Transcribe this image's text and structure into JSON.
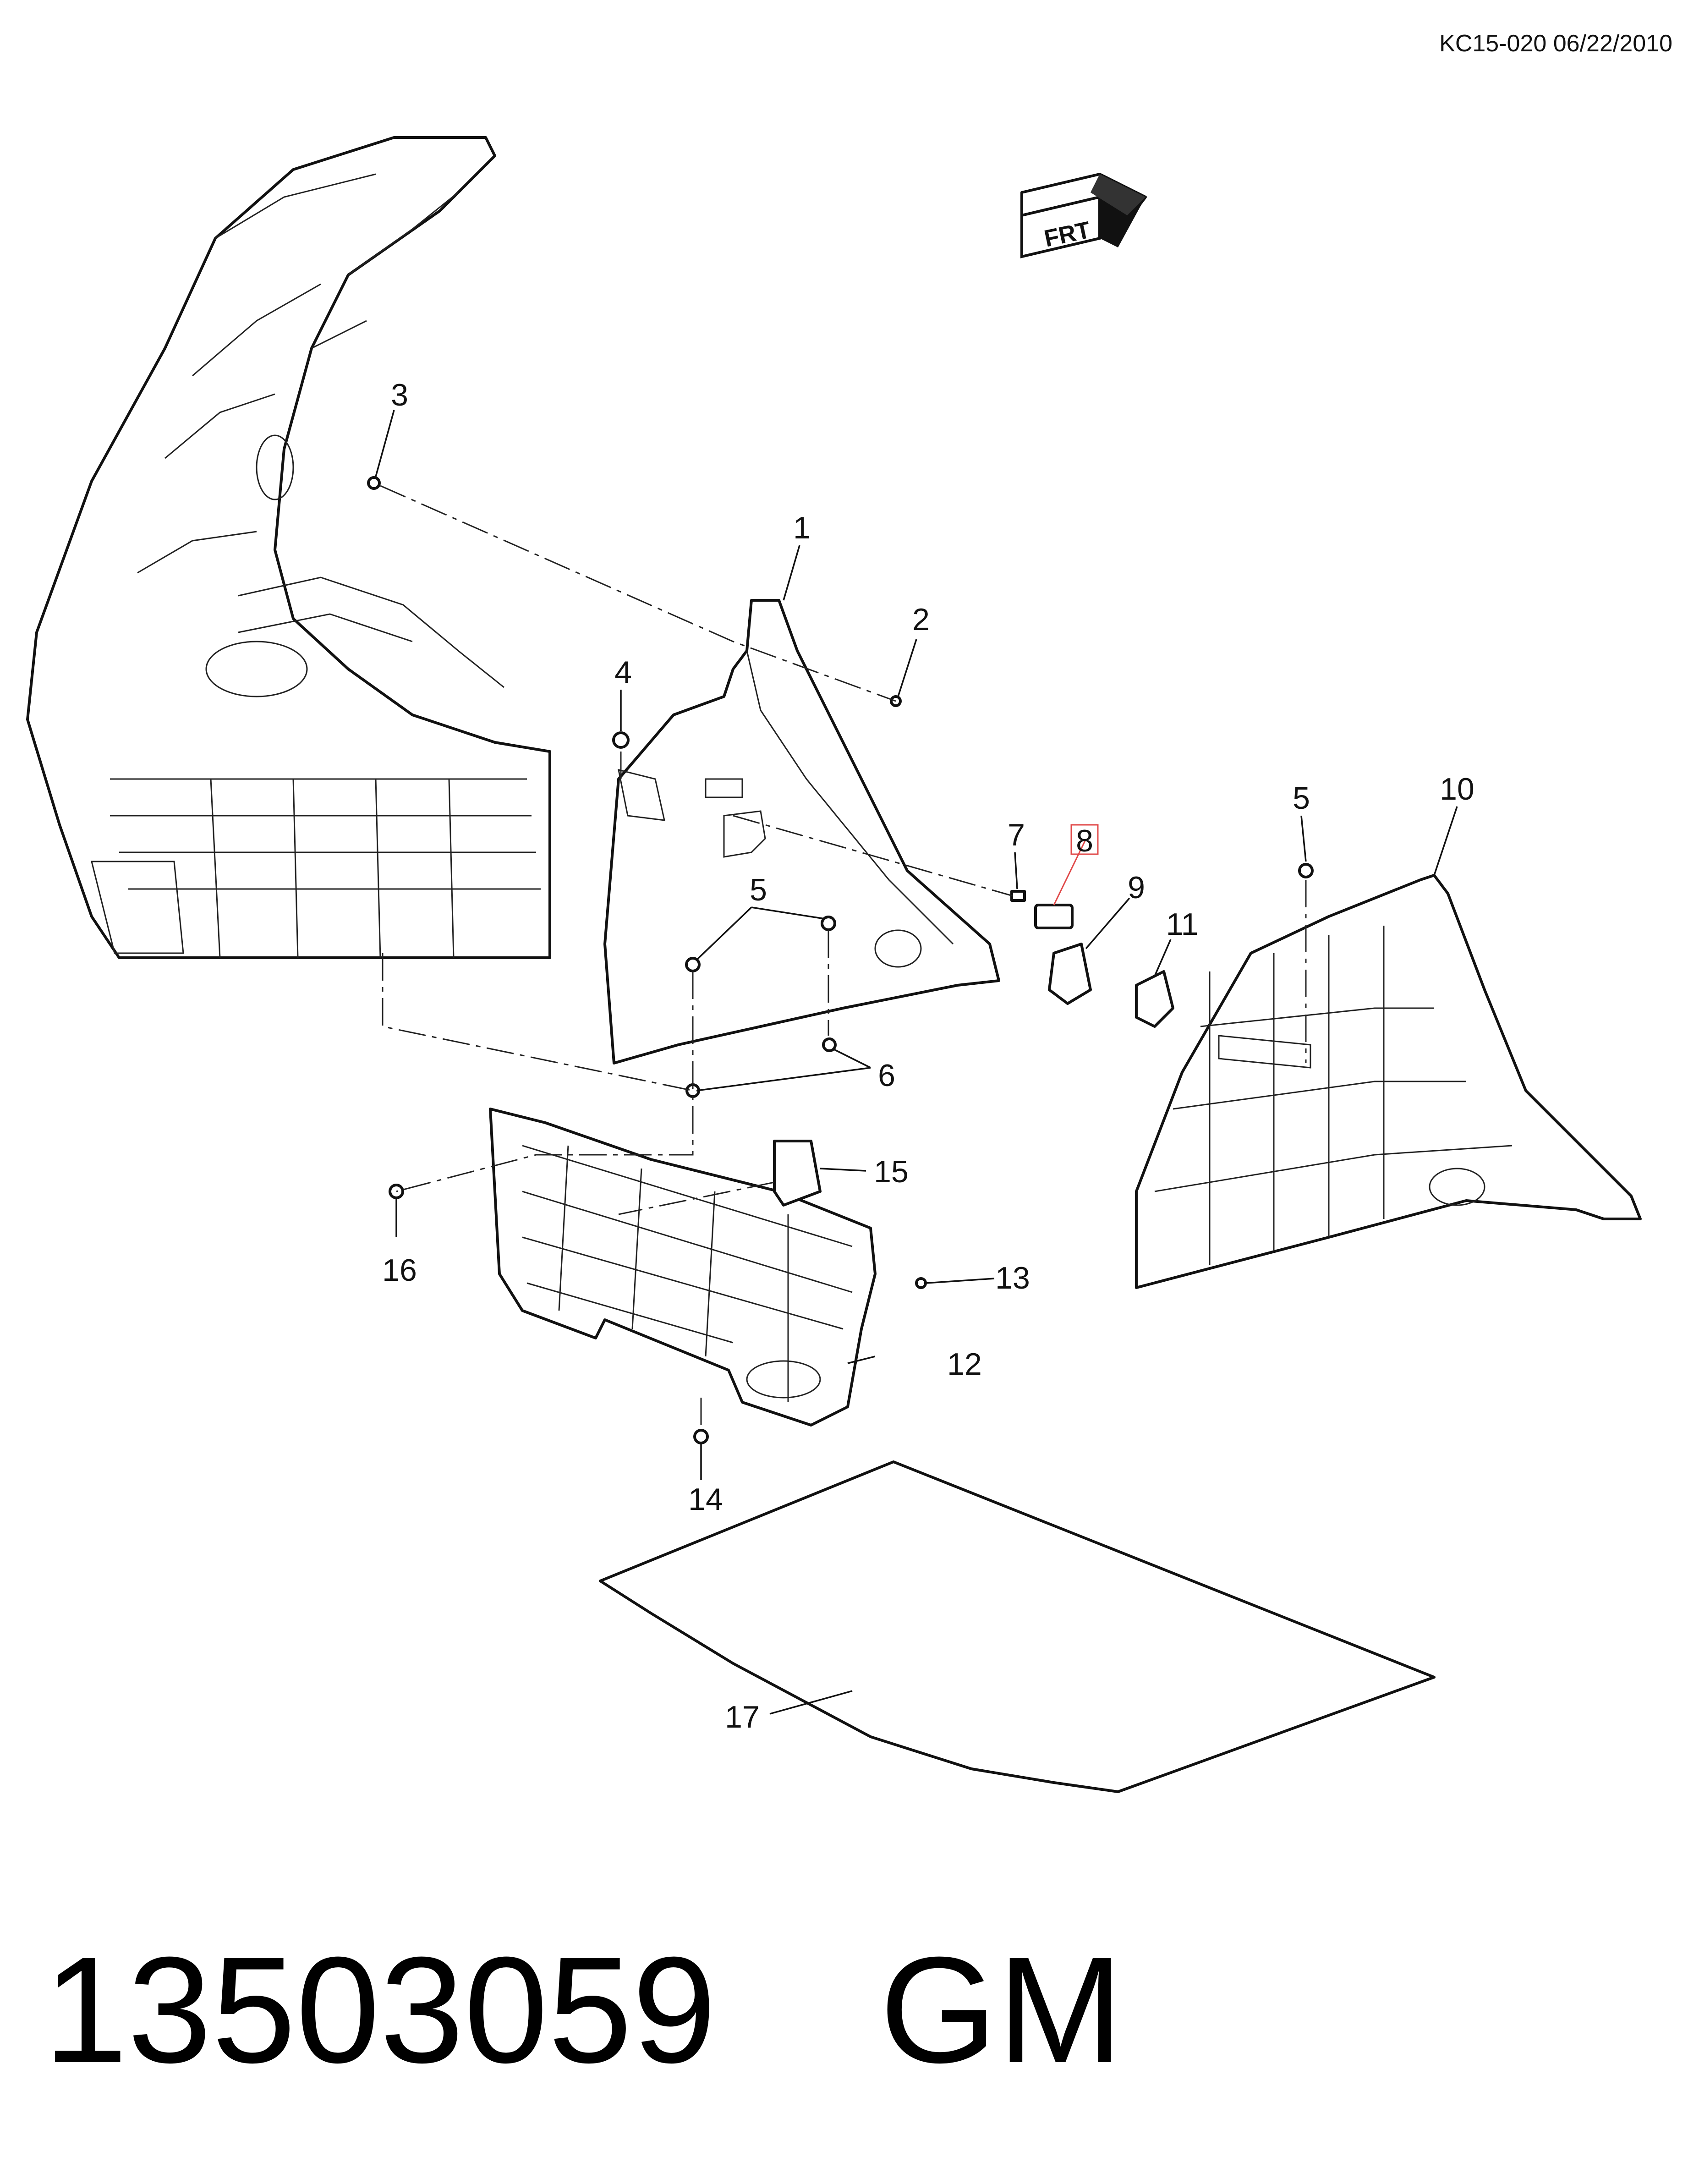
{
  "header": {
    "code": "KC15-020 06/22/2010"
  },
  "orientation_badge": {
    "text": "FRT"
  },
  "callouts": [
    {
      "id": "1",
      "text": "1"
    },
    {
      "id": "2",
      "text": "2"
    },
    {
      "id": "3",
      "text": "3"
    },
    {
      "id": "4",
      "text": "4"
    },
    {
      "id": "5a",
      "text": "5"
    },
    {
      "id": "5b",
      "text": "5"
    },
    {
      "id": "6",
      "text": "6"
    },
    {
      "id": "7",
      "text": "7"
    },
    {
      "id": "8",
      "text": "8",
      "highlighted": true
    },
    {
      "id": "9",
      "text": "9"
    },
    {
      "id": "10",
      "text": "10"
    },
    {
      "id": "11",
      "text": "11"
    },
    {
      "id": "12",
      "text": "12"
    },
    {
      "id": "13",
      "text": "13"
    },
    {
      "id": "14",
      "text": "14"
    },
    {
      "id": "15",
      "text": "15"
    },
    {
      "id": "16",
      "text": "16"
    },
    {
      "id": "17",
      "text": "17"
    }
  ],
  "footer": {
    "part_number": "13503059",
    "brand": "GM"
  },
  "colors": {
    "line": "#111111",
    "highlight": "#e04848",
    "background": "#ffffff"
  }
}
